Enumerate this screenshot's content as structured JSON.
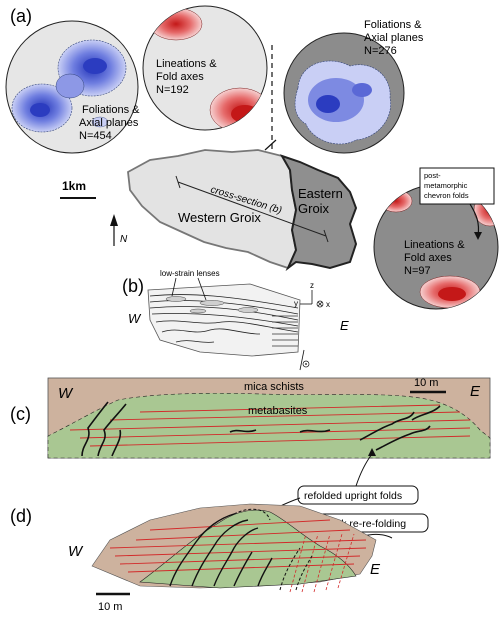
{
  "panels": {
    "a": "(a)",
    "b": "(b)",
    "c": "(c)",
    "d": "(d)"
  },
  "stereonets": {
    "west_foliations": {
      "line1": "Foliations &",
      "line2": "Axial planes",
      "count": "N=454"
    },
    "west_lineations": {
      "line1": "Lineations &",
      "line2": "Fold axes",
      "count": "N=192"
    },
    "east_foliations": {
      "line1": "Foliations &",
      "line2": "Axial planes",
      "count": "N=276"
    },
    "east_lineations": {
      "line1": "Lineations &",
      "line2": "Fold axes",
      "count": "N=97"
    }
  },
  "map": {
    "scale": "1km",
    "north": "N",
    "western": "Western Groix",
    "eastern_line1": "Eastern",
    "eastern_line2": "Groix",
    "cross_section": "cross-section (b)"
  },
  "callout": {
    "line1": "post-",
    "line2": "metamorphic",
    "line3": "chevron folds"
  },
  "section_b": {
    "lenses": "low-strain lenses",
    "west": "W",
    "east": "E",
    "axis_y": "y",
    "axis_z": "z",
    "axis_x": "x"
  },
  "section_c": {
    "west": "W",
    "east": "E",
    "mica": "mica schists",
    "metabasites": "metabasites",
    "scale": "10 m"
  },
  "annotations": {
    "refolded": "refolded upright folds",
    "weak": "weak re-re-folding"
  },
  "section_d": {
    "west": "W",
    "east": "E",
    "scale": "10 m"
  },
  "colors": {
    "blue": "#3b4fc8",
    "red": "#d22a2a",
    "grey_net": "#8c8c8c",
    "light_net": "#e6e6e6",
    "west_land": "#e3e3e3",
    "east_land": "#8f8f8f",
    "schist": "#cdb29e",
    "metabasite": "#a9c792"
  }
}
